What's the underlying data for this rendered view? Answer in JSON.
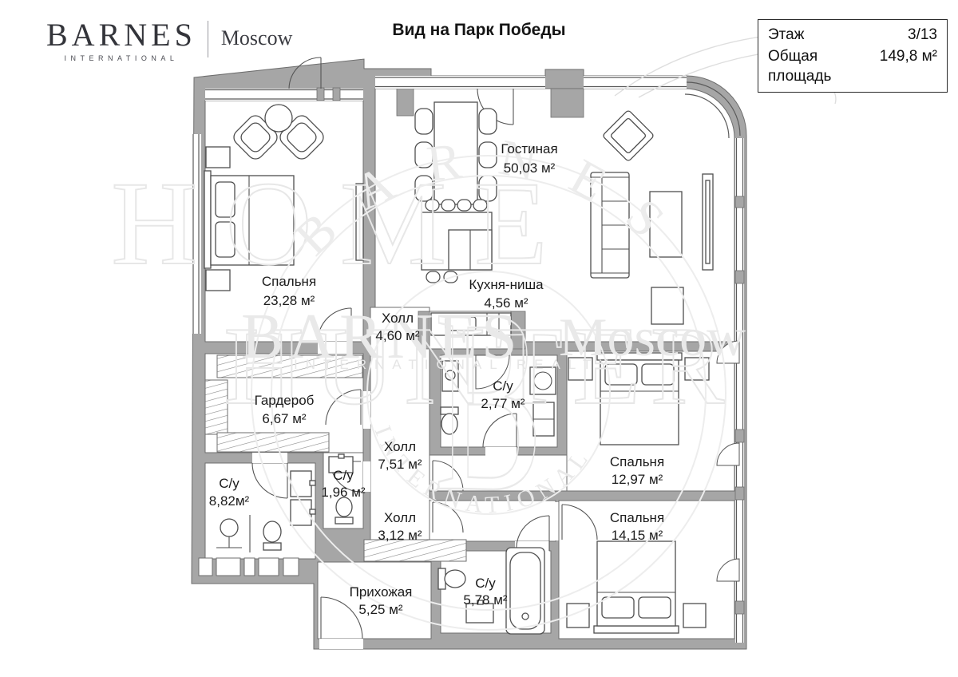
{
  "header": {
    "logo": {
      "brand": "BARNES",
      "sub": "INTERNATIONAL",
      "city": "Moscow"
    },
    "title": "Вид на Парк Победы",
    "info": {
      "floor_label": "Этаж",
      "floor_value": "3/13",
      "area_label": "Общая площадь",
      "area_value": "149,8 м²"
    }
  },
  "rooms": [
    {
      "id": "living",
      "name": "Гостиная",
      "area": "50,03 м²"
    },
    {
      "id": "kitchen",
      "name": "Кухня-ниша",
      "area": "4,56 м²"
    },
    {
      "id": "bedroom1",
      "name": "Спальня",
      "area": "23,28 м²"
    },
    {
      "id": "hall1",
      "name": "Холл",
      "area": "4,60 м²"
    },
    {
      "id": "wardrobe",
      "name": "Гардероб",
      "area": "6,67 м²"
    },
    {
      "id": "bath1",
      "name": "С/у",
      "area": "2,77 м²"
    },
    {
      "id": "hall2",
      "name": "Холл",
      "area": "7,51 м²"
    },
    {
      "id": "bath2",
      "name": "С/у",
      "area": "8,82м²"
    },
    {
      "id": "bath3",
      "name": "С/у",
      "area": "1,96 м²"
    },
    {
      "id": "hall3",
      "name": "Холл",
      "area": "3,12 м²"
    },
    {
      "id": "bedroom2",
      "name": "Спальня",
      "area": "12,97 м²"
    },
    {
      "id": "bedroom3",
      "name": "Спальня",
      "area": "14,15 м²"
    },
    {
      "id": "entry",
      "name": "Прихожая",
      "area": "5,25 м²"
    },
    {
      "id": "bath4",
      "name": "С/у",
      "area": "5,78 м²"
    }
  ],
  "watermark": {
    "home": "HOME",
    "hunter": "HUNTER",
    "monogram": "B",
    "brand": "BARNES",
    "city": "Moscow",
    "tagline": "INTERNATIONAL REALTY",
    "arc_top": "BARNES",
    "arc_bottom": "INTERNATIONAL"
  },
  "colors": {
    "wall": "#a6a6a6",
    "line": "#4f4f4f",
    "watermark": "#e9e9e9",
    "text": "#1a1a1a"
  }
}
